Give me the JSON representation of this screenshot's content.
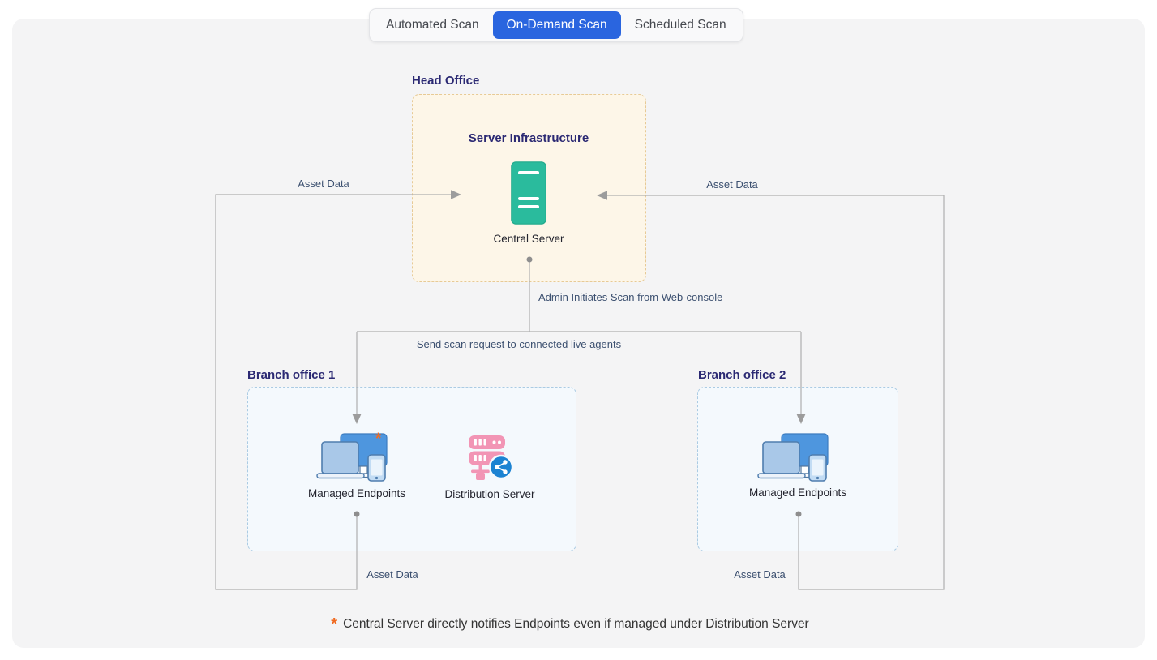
{
  "tabs": {
    "items": [
      {
        "label": "Automated Scan",
        "active": false
      },
      {
        "label": "On-Demand Scan",
        "active": true
      },
      {
        "label": "Scheduled Scan",
        "active": false
      }
    ]
  },
  "head_office": {
    "title": "Head Office",
    "infra_title": "Server Infrastructure",
    "server_label": "Central Server"
  },
  "branch_office_1": {
    "title": "Branch office 1",
    "endpoints_label": "Managed Endpoints",
    "endpoints_note_marker": "*",
    "distribution_label": "Distribution Server"
  },
  "branch_office_2": {
    "title": "Branch office 2",
    "endpoints_label": "Managed Endpoints"
  },
  "flow_labels": {
    "asset_data_top_left": "Asset Data",
    "asset_data_top_right": "Asset Data",
    "admin_initiates": "Admin Initiates Scan from Web-console",
    "send_scan_request": "Send scan request to connected live agents",
    "asset_data_bottom_left": "Asset Data",
    "asset_data_bottom_right": "Asset Data"
  },
  "footnote": {
    "marker": "*",
    "text": "Central Server directly notifies Endpoints even if managed under Distribution Server"
  },
  "icons": {
    "central_server": "server-tower-icon",
    "managed_endpoints": "devices-icon",
    "distribution_server": "share-server-icon"
  },
  "colors": {
    "active_tab_blue": "#2A65DF",
    "heading_indigo": "#2B2973",
    "flow_label_navy": "#3C5070",
    "head_office_bg": "#FDF6E8",
    "head_office_border": "#E7CA96",
    "branch_bg": "#F4F9FD",
    "branch_border": "#ABCBE3",
    "server_green": "#2ABB9D",
    "distribution_pink": "#F295B5",
    "share_blue": "#1C83D2",
    "asterisk_orange": "#F06A21",
    "connector_gray": "#AFAFAF"
  }
}
